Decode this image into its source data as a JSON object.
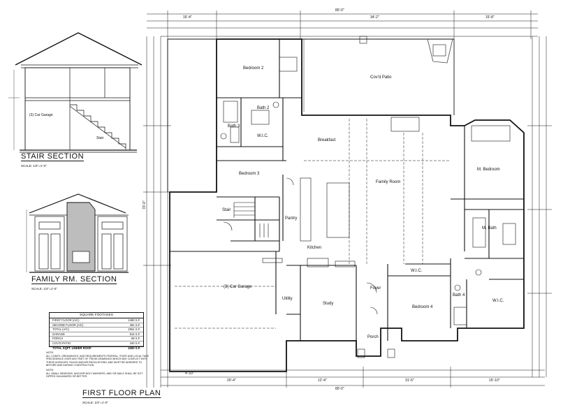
{
  "titles": {
    "stair_section": "STAIR SECTION",
    "family_section": "FAMILY RM. SECTION",
    "floor_plan": "FIRST FLOOR PLAN",
    "scale": "SCALE: 1/4\"=1'-0\"",
    "stair_scale": "SCALE: 1/4\"=1'-0\"",
    "family_scale": "SCALE: 1/4\"=1'-0\""
  },
  "stair_labels": {
    "garage": "(3) Car Garage",
    "stair": "Stair"
  },
  "rooms": {
    "bedroom2": "Bedroom 2",
    "covd_patio": "Cov'd Patio",
    "bath2": "Bath 2",
    "bath3": "Bath 3",
    "wic1": "W.I.C.",
    "breakfast": "Breakfast",
    "bedroom3": "Bedroom 3",
    "family_room": "Family Room",
    "m_bedroom": "M. Bedroom",
    "pantry": "Pantry",
    "kitchen": "Kitchen",
    "garage": "(3) Car Garage",
    "m_bath": "M. Bath",
    "study": "Study",
    "foyer": "Foyer",
    "porch": "Porch",
    "bedroom4": "Bedroom 4",
    "wic2": "W.I.C.",
    "bath4": "Bath 4",
    "wic3": "W.I.C.",
    "utility": "Utility",
    "stair": "Stair"
  },
  "dimensions": {
    "overall_top": "80'-0\"",
    "overall_bottom": "80'-0\"",
    "overall_depth": "70'-0\"",
    "top_left": "16'-4\"",
    "top_mid": "34'-2\"",
    "top_right": "15'-8\"",
    "bottom_a": "4'-10\"",
    "bottom_b": "20'-4\"",
    "bottom_c": "12'-4\"",
    "bottom_d": "31'-6\"",
    "bottom_e": "15'-10\""
  },
  "square_footage": {
    "heading": "SQUARE FOOTAGES",
    "rows": [
      {
        "label": "FIRST FLOOR (A/C)",
        "value": "2480 S.F."
      },
      {
        "label": "SECOND FLOOR (A/C)",
        "value": "481 S.F."
      },
      {
        "label": "TOTAL (A/C)",
        "value": "2961 S.F."
      },
      {
        "label": "GARAGE",
        "value": "914 S.F."
      },
      {
        "label": "PORCH",
        "value": "68 S.F."
      },
      {
        "label": "COV'D PATIO",
        "value": "340 S.F."
      },
      {
        "label": "TOTAL SQFT. UNDER ROOF",
        "value": "4283 S.F."
      }
    ]
  },
  "notes": {
    "label": "NOTE:",
    "text1": "ALL CODES, ORDINANCES, AND REQUIREMENTS FEDERAL, STATE AND LOCAL TAKE PRECEDENCE OVER ANY PART OF THESE DRAWINGS WHICH MAY CONFLICT WITH THESE AGENCIES. RULES AND/OR REGULATIONS, AND MUST BE ADHERED TO BEFORE AND DURING CONSTRUCTION.",
    "label2": "NOTE:",
    "text2": "ALL SMALL WINDOWS, ANCHOR BOLT WASHERS, AND OR NAILS SHALL BE HOT DIPPED GALVANIZED OR BETTER."
  }
}
